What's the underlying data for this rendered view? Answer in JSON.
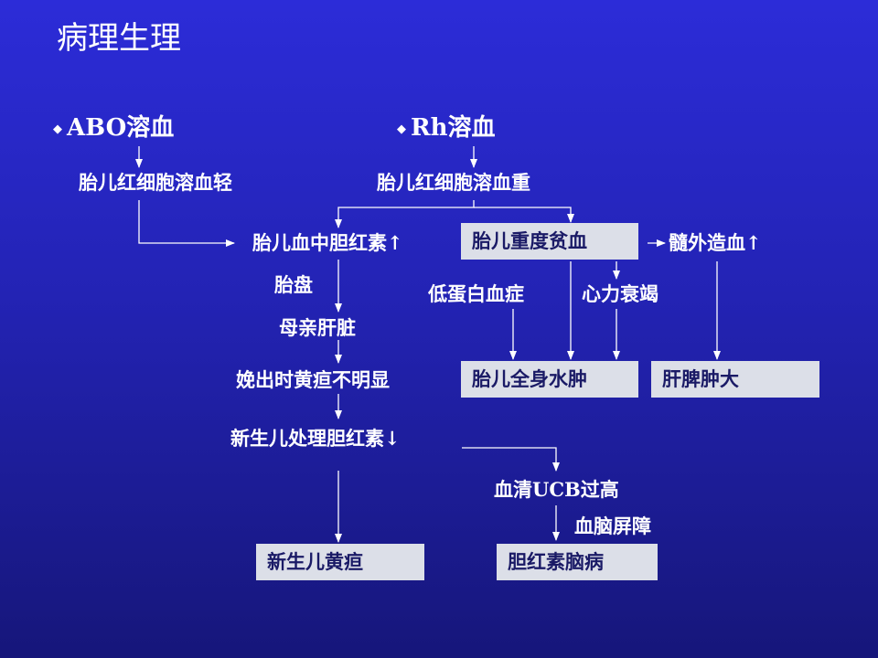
{
  "title": "病理生理",
  "bullet_glyph": "◆",
  "abo_heading": "ABO溶血",
  "rh_heading": "Rh溶血",
  "nodes": {
    "abo_mild": "胎儿红细胞溶血轻",
    "rh_severe": "胎儿红细胞溶血重",
    "fetal_bilirubin": "胎儿血中胆红素↑",
    "fetal_anemia": "胎儿重度贫血",
    "extramedullary": "髓外造血↑",
    "placenta": "胎盘",
    "hypoproteinemia": "低蛋白血症",
    "heart_failure": "心力衰竭",
    "maternal_liver": "母亲肝脏",
    "jaundice_unclear": "娩出时黄疸不明显",
    "hydrops": "胎儿全身水肿",
    "hepatosplenomegaly": "肝脾肿大",
    "newborn_bilirubin": "新生儿处理胆红素↓",
    "ucb_high": "血清UCB过高",
    "bbb": "血脑屏障",
    "neonatal_jaundice": "新生儿黄疸",
    "kernicterus": "胆红素脑病"
  },
  "colors": {
    "background_top": "#2c2cd8",
    "background_bottom": "#16167a",
    "text": "#ffffff",
    "box_fill": "#dcdfe8",
    "box_text": "#1a1a66"
  }
}
